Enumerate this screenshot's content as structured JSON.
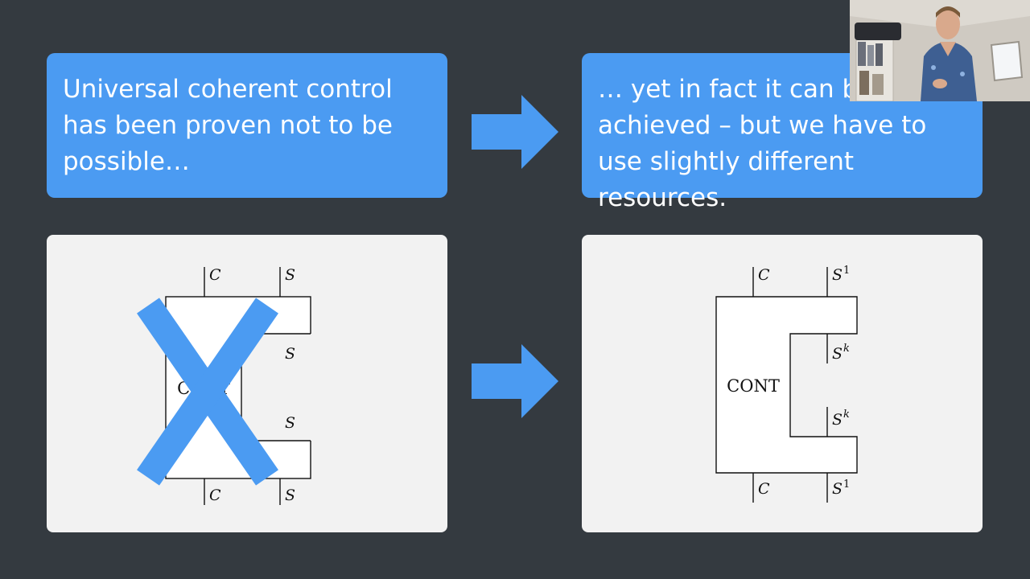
{
  "callouts": {
    "left_text": "Universal coherent control has been proven not to be possible…",
    "right_text": "… yet in fact it can be achieved – but we have to use slightly different resources."
  },
  "left_diagram": {
    "box_label": "CONT",
    "top_labels": {
      "c": "C",
      "s": "S"
    },
    "mid_labels": {
      "s_upper": "S",
      "s_lower": "S"
    },
    "bottom_labels": {
      "c": "C",
      "s": "S"
    },
    "crossed_out": true
  },
  "right_diagram": {
    "box_label": "CONT",
    "top_labels": {
      "c": "C",
      "s": "S",
      "s_sup": "1"
    },
    "mid_labels": {
      "s_upper": "S",
      "s_upper_sup": "k",
      "s_lower": "S",
      "s_lower_sup": "k"
    },
    "bottom_labels": {
      "c": "C",
      "s": "S",
      "s_sup": "1"
    }
  },
  "colors": {
    "background": "#343a40",
    "accent": "#4b9bf2",
    "panel": "#f2f2f2"
  }
}
